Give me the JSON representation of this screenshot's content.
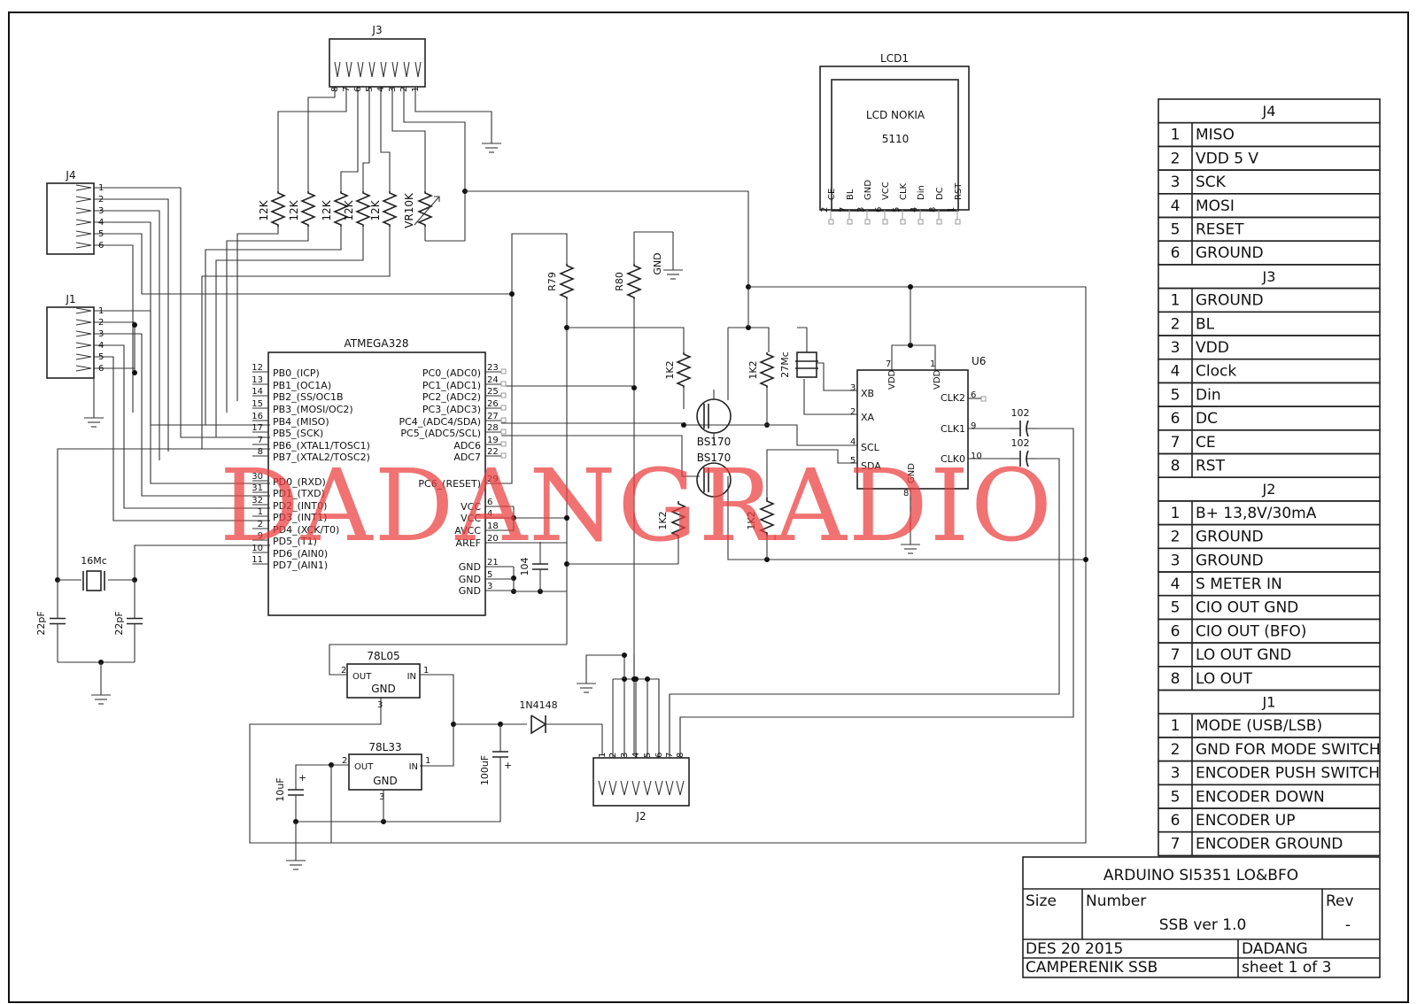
{
  "watermark": "DADANGRADIO",
  "connectors": {
    "j3": {
      "ref": "J3",
      "pins": [
        "8",
        "7",
        "6",
        "5",
        "4",
        "3",
        "2",
        "1"
      ]
    },
    "j4": {
      "ref": "J4",
      "pins": [
        "1",
        "2",
        "3",
        "4",
        "5",
        "6"
      ]
    },
    "j1": {
      "ref": "J1",
      "pins": [
        "1",
        "2",
        "3",
        "4",
        "5",
        "6"
      ]
    },
    "j2": {
      "ref": "J2",
      "pins": [
        "1",
        "2",
        "3",
        "4",
        "5",
        "6",
        "7",
        "8"
      ]
    }
  },
  "lcd": {
    "ref": "LCD1",
    "line1": "LCD NOKIA",
    "line2": "5110",
    "pins": [
      "CE",
      "BL",
      "GND",
      "VCC",
      "CLK",
      "Din",
      "DC",
      "RST"
    ],
    "pin_numbers": [
      "2",
      "7",
      "3",
      "6",
      "5",
      "4",
      "8",
      "1"
    ]
  },
  "mcu": {
    "ref": "ATMEGA328",
    "left_pins": [
      {
        "num": "12",
        "name": "PB0_(ICP)"
      },
      {
        "num": "13",
        "name": "PB1_(OC1A)"
      },
      {
        "num": "14",
        "name": "PB2_(SS/OC1B"
      },
      {
        "num": "15",
        "name": "PB3_(MOSI/OC2)"
      },
      {
        "num": "16",
        "name": "PB4_(MISO)"
      },
      {
        "num": "17",
        "name": "PB5_(SCK)"
      },
      {
        "num": "7",
        "name": "PB6_(XTAL1/TOSC1)"
      },
      {
        "num": "8",
        "name": "PB7_(XTAL2/TOSC2)"
      },
      {
        "num": "30",
        "name": "PD0_(RXD)"
      },
      {
        "num": "31",
        "name": "PD1_(TXD)"
      },
      {
        "num": "32",
        "name": "PD2_(INT0)"
      },
      {
        "num": "1",
        "name": "PD3_(INT1)"
      },
      {
        "num": "2",
        "name": "PD4_(XCK/T0)"
      },
      {
        "num": "9",
        "name": "PD5_(T1)"
      },
      {
        "num": "10",
        "name": "PD6_(AIN0)"
      },
      {
        "num": "11",
        "name": "PD7_(AIN1)"
      }
    ],
    "right_pins_top": [
      {
        "num": "23",
        "name": "PC0_(ADC0)"
      },
      {
        "num": "24",
        "name": "PC1_(ADC1)"
      },
      {
        "num": "25",
        "name": "PC2_(ADC2)"
      },
      {
        "num": "26",
        "name": "PC3_(ADC3)"
      },
      {
        "num": "27",
        "name": "PC4_(ADC4/SDA)"
      },
      {
        "num": "28",
        "name": "PC5_(ADC5/SCL)"
      },
      {
        "num": "19",
        "name": "ADC6"
      },
      {
        "num": "22",
        "name": "ADC7"
      }
    ],
    "reset_pin": {
      "num": "29",
      "name": "PC6_(RESET)"
    },
    "right_pins_bottom": [
      {
        "num": "6",
        "name": "VCC"
      },
      {
        "num": "4",
        "name": "VCC"
      },
      {
        "num": "18",
        "name": "AVCC"
      },
      {
        "num": "20",
        "name": "AREF"
      },
      {
        "num": "21",
        "name": "GND"
      },
      {
        "num": "5",
        "name": "GND"
      },
      {
        "num": "3",
        "name": "GND"
      }
    ]
  },
  "si5351": {
    "ref": "U6",
    "left_pins": [
      {
        "num": "3",
        "name": "XB"
      },
      {
        "num": "2",
        "name": "XA"
      },
      {
        "num": "4",
        "name": "SCL"
      },
      {
        "num": "5",
        "name": "SDA"
      }
    ],
    "top_pins": [
      {
        "num": "7",
        "name": "VDD"
      },
      {
        "num": "1",
        "name": "VDD"
      }
    ],
    "right_pins": [
      {
        "num": "6",
        "name": "CLK2"
      },
      {
        "num": "9",
        "name": "CLK1"
      },
      {
        "num": "10",
        "name": "CLK0"
      }
    ],
    "bottom_pin": {
      "num": "8",
      "name": "GND"
    }
  },
  "parts": {
    "r12k": "12K",
    "vr": "VR10K",
    "r79": "R79",
    "r80": "R80",
    "r1k2": "1K2",
    "gnd": "GND",
    "xtal27": "27Mc",
    "xtal16": "16Mc",
    "cap22": "22pF",
    "cap104": "104",
    "cap102": "102",
    "mosfet": "BS170",
    "diode": "1N4148",
    "cap100u": "100uF",
    "cap10u": "10uF",
    "plus": "+",
    "reg5": {
      "ref": "78L05",
      "out": "OUT",
      "in": "IN",
      "gnd": "GND",
      "p_out": "2",
      "p_in": "1",
      "p_gnd": "3"
    },
    "reg33": {
      "ref": "78L33",
      "out": "OUT",
      "in": "IN",
      "gnd": "GND",
      "p_out": "2",
      "p_in": "1",
      "p_gnd": "3"
    }
  },
  "legend": {
    "J4": {
      "title": "J4",
      "rows": [
        [
          "1",
          "MISO"
        ],
        [
          "2",
          "VDD 5 V"
        ],
        [
          "3",
          "SCK"
        ],
        [
          "4",
          "MOSI"
        ],
        [
          "5",
          "RESET"
        ],
        [
          "6",
          "GROUND"
        ]
      ]
    },
    "J3": {
      "title": "J3",
      "rows": [
        [
          "1",
          "GROUND"
        ],
        [
          "2",
          "BL"
        ],
        [
          "3",
          "VDD"
        ],
        [
          "4",
          "Clock"
        ],
        [
          "5",
          "Din"
        ],
        [
          "6",
          "DC"
        ],
        [
          "7",
          "CE"
        ],
        [
          "8",
          "RST"
        ]
      ]
    },
    "J2": {
      "title": "J2",
      "rows": [
        [
          "1",
          "B+ 13,8V/30mA"
        ],
        [
          "2",
          "GROUND"
        ],
        [
          "3",
          "GROUND"
        ],
        [
          "4",
          "S METER IN"
        ],
        [
          "5",
          "CIO OUT GND"
        ],
        [
          "6",
          "CIO OUT (BFO)"
        ],
        [
          "7",
          "LO OUT GND"
        ],
        [
          "8",
          "LO OUT"
        ]
      ]
    },
    "J1": {
      "title": "J1",
      "rows": [
        [
          "1",
          "MODE (USB/LSB)"
        ],
        [
          "2",
          "GND FOR MODE SWITCH"
        ],
        [
          "3",
          "ENCODER PUSH SWITCH"
        ],
        [
          "5",
          "ENCODER DOWN"
        ],
        [
          "6",
          "ENCODER UP"
        ],
        [
          "7",
          "ENCODER GROUND"
        ]
      ]
    }
  },
  "title_block": {
    "title": "ARDUINO SI5351 LO&BFO",
    "size_label": "Size",
    "number_label": "Number",
    "rev_label": "Rev",
    "number": "SSB ver 1.0",
    "rev": "-",
    "date": "DES 20 2015",
    "author": "DADANG",
    "project": "CAMPERENIK SSB",
    "sheet": "sheet 1 of 3"
  }
}
